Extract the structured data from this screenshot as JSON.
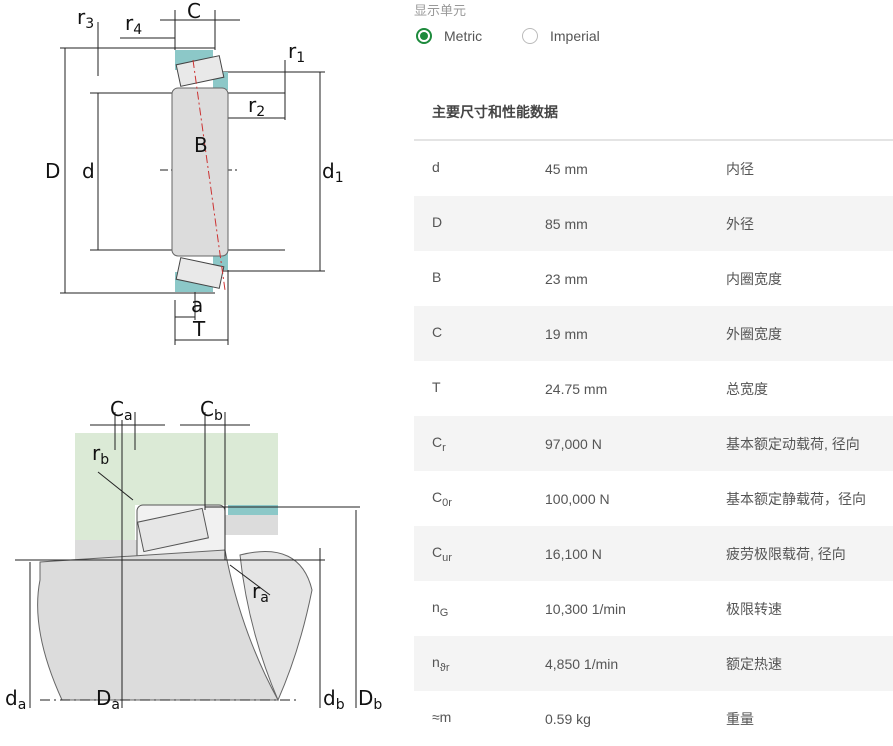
{
  "units": {
    "title": "显示单元",
    "options": [
      {
        "label": "Metric",
        "selected": true
      },
      {
        "label": "Imperial",
        "selected": false
      }
    ]
  },
  "section_title": "主要尺寸和性能数据",
  "rows": [
    {
      "sym": "d",
      "sub": "",
      "value": "45 mm",
      "desc": "内径"
    },
    {
      "sym": "D",
      "sub": "",
      "value": "85 mm",
      "desc": "外径"
    },
    {
      "sym": "B",
      "sub": "",
      "value": "23 mm",
      "desc": "内圈宽度"
    },
    {
      "sym": "C",
      "sub": "",
      "value": "19 mm",
      "desc": "外圈宽度"
    },
    {
      "sym": "T",
      "sub": "",
      "value": "24.75 mm",
      "desc": "总宽度"
    },
    {
      "sym": "C",
      "sub": "r",
      "value": "97,000 N",
      "desc": "基本额定动载荷, 径向"
    },
    {
      "sym": "C",
      "sub": "0r",
      "value": "100,000 N",
      "desc": "基本额定静载荷，径向"
    },
    {
      "sym": "C",
      "sub": "ur",
      "value": "16,100 N",
      "desc": "疲劳极限载荷, 径向"
    },
    {
      "sym": "n",
      "sub": "G",
      "value": "10,300 1/min",
      "desc": "极限转速"
    },
    {
      "sym": "n",
      "sub": "ϑr",
      "value": "4,850 1/min",
      "desc": "额定热速"
    },
    {
      "sym": "≈m",
      "sub": "",
      "value": "0.59 kg",
      "desc": "重量"
    }
  ],
  "drawing_labels": {
    "top": {
      "r3": "r",
      "r3_sub": "3",
      "r4": "r",
      "r4_sub": "4",
      "C": "C",
      "r1": "r",
      "r1_sub": "1",
      "r2": "r",
      "r2_sub": "2",
      "D": "D",
      "d": "d",
      "B": "B",
      "d1": "d",
      "d1_sub": "1",
      "a": "a",
      "T": "T"
    },
    "bottom": {
      "Ca": "C",
      "Ca_sub": "a",
      "Cb": "C",
      "Cb_sub": "b",
      "rb": "r",
      "rb_sub": "b",
      "ra": "r",
      "ra_sub": "a",
      "da": "d",
      "da_sub": "a",
      "Da": "D",
      "Da_sub": "a",
      "db": "d",
      "db_sub": "b",
      "Db": "D",
      "Db_sub": "b"
    }
  },
  "colors": {
    "accent": "#1d8a3c",
    "teal": "#8cc8c8",
    "green_zone": "#dbead6",
    "ring": "#d9d9d9"
  }
}
